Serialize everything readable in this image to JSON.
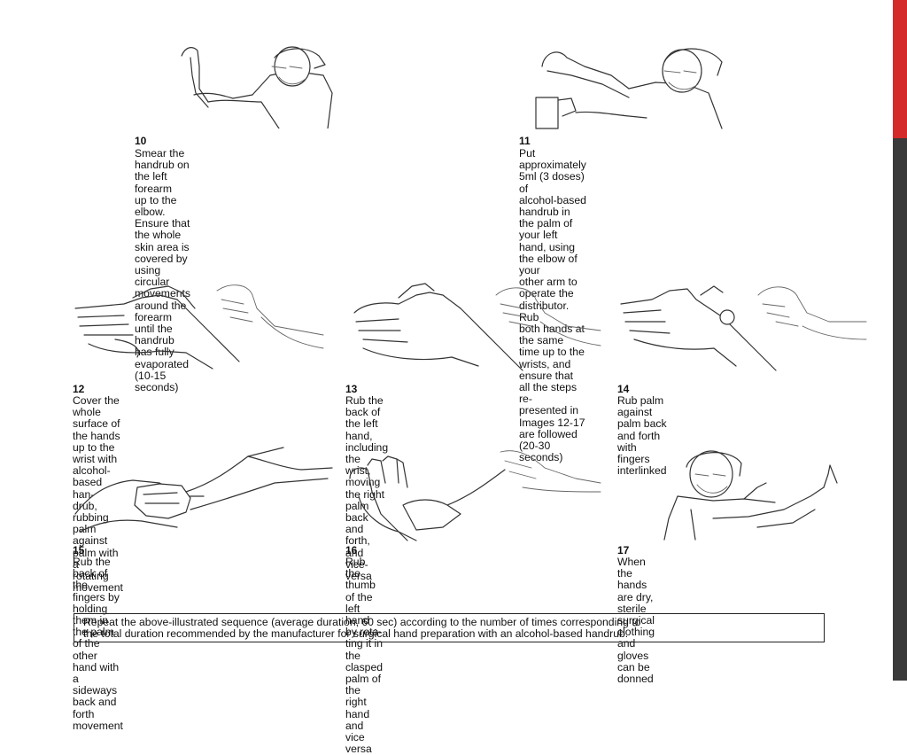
{
  "steps": [
    {
      "num": "10",
      "text": "Smear the handrub on the left forearm\nup to the elbow. Ensure that the whole\nskin area is covered by using circular\nmovements around the forearm until the\nhandrub has fully evaporated (10-15\nseconds)",
      "illustration": "surgeon-rubbing-forearm"
    },
    {
      "num": "11",
      "text": "Put approximately  5ml  (3 doses) of\nalcohol-based handrub in the palm of\nyour left hand, using the elbow of your\nother arm to operate the distributor. Rub\nboth hands at the same time up to the\nwrists, and ensure that all the steps re-\npresented in Images 12-17 are followed\n(20-30 seconds)",
      "illustration": "surgeon-using-elbow-dispenser"
    },
    {
      "num": "12",
      "text": "Cover the whole surface of the hands\nup to the wrist with alcohol-based han-\ndrub, rubbing palm against palm with a\nrotating movement",
      "illustration": "palm-to-palm"
    },
    {
      "num": "13",
      "text": "Rub the back of the left hand, including\nthe wrist, moving the right palm back\nand forth, and vice-versa",
      "illustration": "back-of-hand"
    },
    {
      "num": "14",
      "text": "Rub palm against palm back and forth\nwith fingers interlinked",
      "illustration": "fingers-interlinked"
    },
    {
      "num": "15",
      "text": "Rub the back of the fingers by holding\nthem in the palm of the other hand with\na sideways back and forth movement",
      "illustration": "back-of-fingers"
    },
    {
      "num": "16",
      "text": "Rub the thumb of the left hand by rota-\nting it in the clasped palm of the right\nhand and vice versa",
      "illustration": "thumb-rotation"
    },
    {
      "num": "17",
      "text": "When the hands are dry, sterile surgical\nclothing and gloves can be donned",
      "illustration": "surgeon-hands-raised"
    }
  ],
  "footer": {
    "text": "Repeat the above-illustrated sequence (average duration, 60 sec) according to the number of times corresponding to\nthe total duration recommended by the manufacturer for surgical hand preparation with an alcohol-based handrub."
  },
  "colors": {
    "accent_red": "#d42a2a",
    "accent_dark": "#3a3a3a",
    "line": "#333333"
  }
}
